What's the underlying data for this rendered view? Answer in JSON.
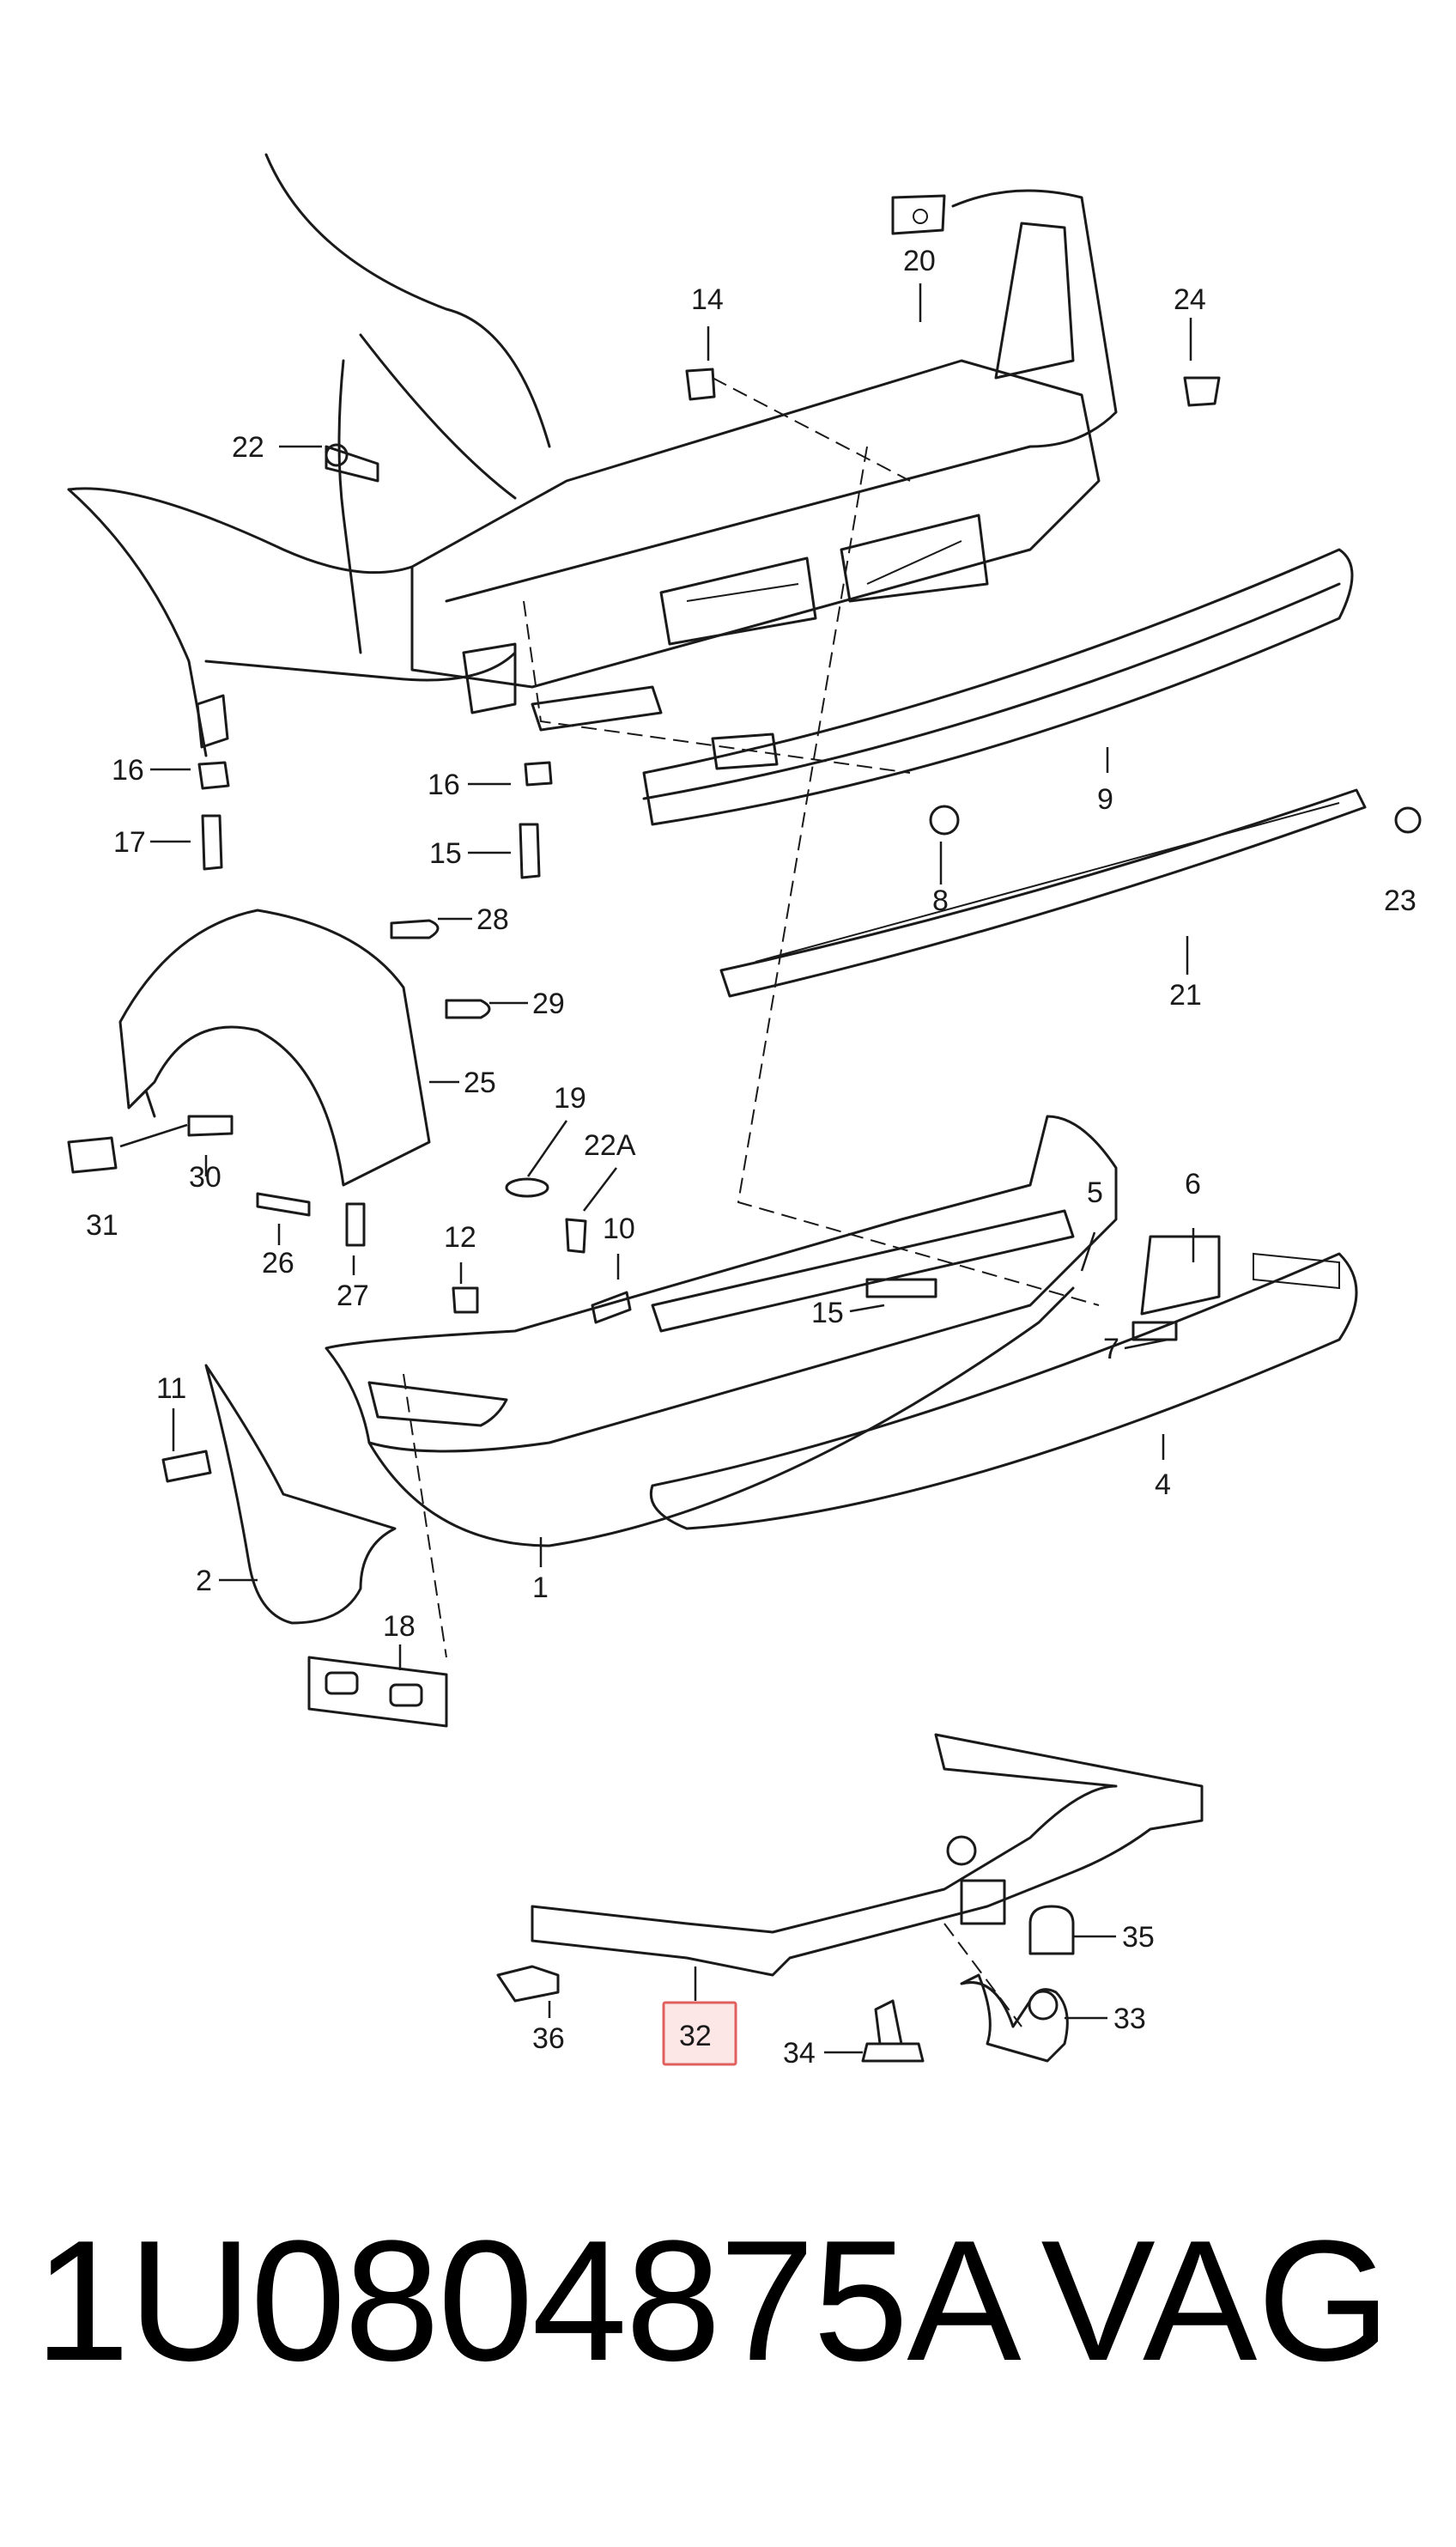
{
  "diagram": {
    "callouts": [
      "20",
      "14",
      "24",
      "22",
      "9",
      "16",
      "17",
      "16",
      "15",
      "8",
      "23",
      "21",
      "28",
      "29",
      "25",
      "19",
      "22A",
      "30",
      "31",
      "10",
      "12",
      "26",
      "27",
      "5",
      "6",
      "15",
      "7",
      "11",
      "4",
      "1",
      "2",
      "18",
      "35",
      "33",
      "36",
      "32",
      "34"
    ],
    "highlighted_callout": "32",
    "highlight_color": "#e06060"
  },
  "footer": {
    "part_number": "1U0804875A",
    "brand": "VAG"
  }
}
